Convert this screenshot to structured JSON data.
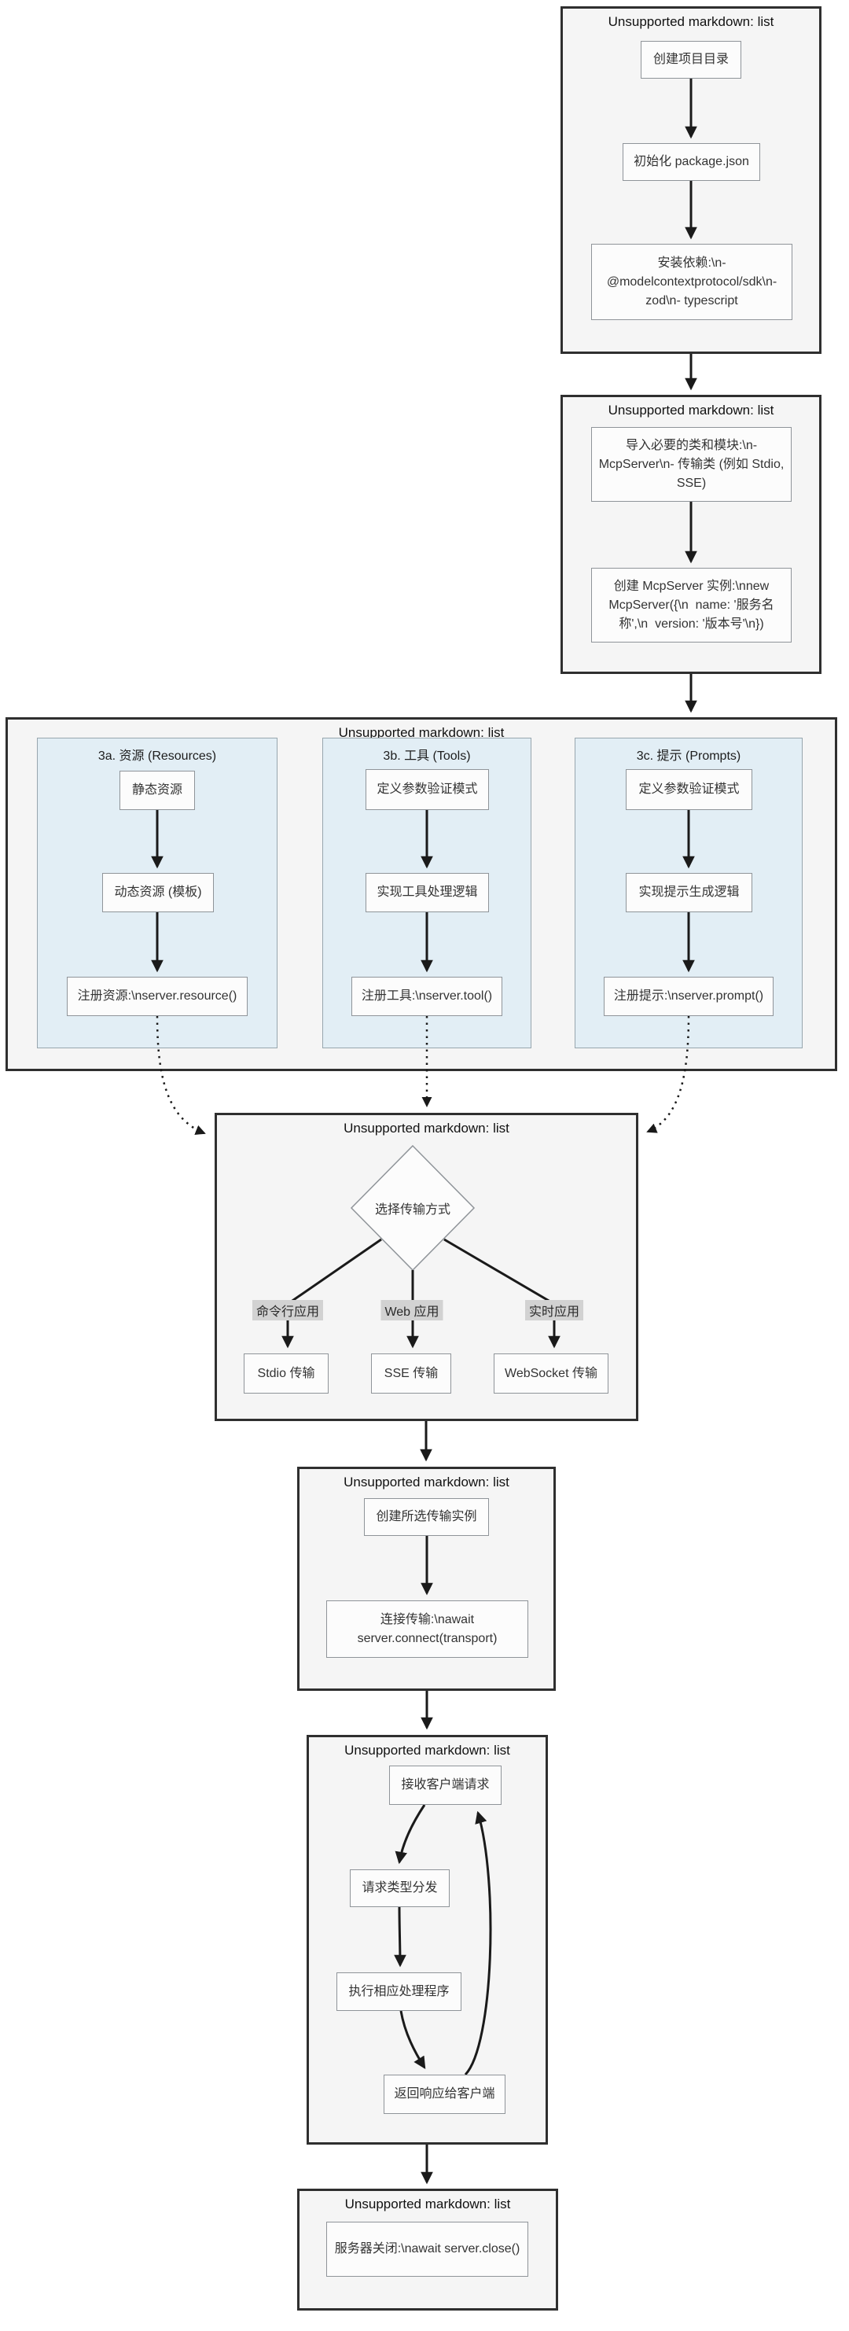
{
  "colors": {
    "page_bg": "#ffffff",
    "section_bg": "#f5f5f5",
    "section_border": "#2f2f2f",
    "node_bg": "#fcfcfc",
    "node_border": "#8f9499",
    "subgraph_bg": "#e2eef5",
    "edge_label_bg": "#d2d2d2",
    "arrow": "#1a1a1a"
  },
  "diagram": {
    "setup": {
      "title": "Unsupported markdown: list",
      "mkdir": "创建项目目录",
      "init": "初始化 package.json",
      "deps": "安装依赖:\\n- @modelcontextprotocol/sdk\\n- zod\\n- typescript"
    },
    "server_init": {
      "title": "Unsupported markdown: list",
      "import": "导入必要的类和模块:\\n- McpServer\\n- 传输类 (例如 Stdio, SSE)",
      "create": "创建 McpServer 实例:\\nnew McpServer({\\n  name: '服务名称',\\n  version: '版本号'\\n})"
    },
    "capabilities": {
      "title": "Unsupported markdown: list",
      "resources": {
        "title": "3a. 资源 (Resources)",
        "static": "静态资源",
        "dynamic": "动态资源 (模板)",
        "register": "注册资源:\\nserver.resource()"
      },
      "tools": {
        "title": "3b. 工具 (Tools)",
        "define": "定义参数验证模式",
        "impl": "实现工具处理逻辑",
        "register": "注册工具:\\nserver.tool()"
      },
      "prompts": {
        "title": "3c. 提示 (Prompts)",
        "define": "定义参数验证模式",
        "impl": "实现提示生成逻辑",
        "register": "注册提示:\\nserver.prompt()"
      }
    },
    "transport": {
      "title": "Unsupported markdown: list",
      "decision": "选择传输方式",
      "label_cli": "命令行应用",
      "label_web": "Web 应用",
      "label_realtime": "实时应用",
      "stdio": "Stdio 传输",
      "sse": "SSE 传输",
      "websocket": "WebSocket 传输"
    },
    "connect": {
      "title": "Unsupported markdown: list",
      "create_instance": "创建所选传输实例",
      "connect_transport": "连接传输:\\nawait server.connect(transport)"
    },
    "runtime": {
      "title": "Unsupported markdown: list",
      "receive": "接收客户端请求",
      "dispatch": "请求类型分发",
      "execute": "执行相应处理程序",
      "respond": "返回响应给客户端"
    },
    "shutdown": {
      "title": "Unsupported markdown: list",
      "close": "服务器关闭:\\nawait server.close()"
    }
  }
}
